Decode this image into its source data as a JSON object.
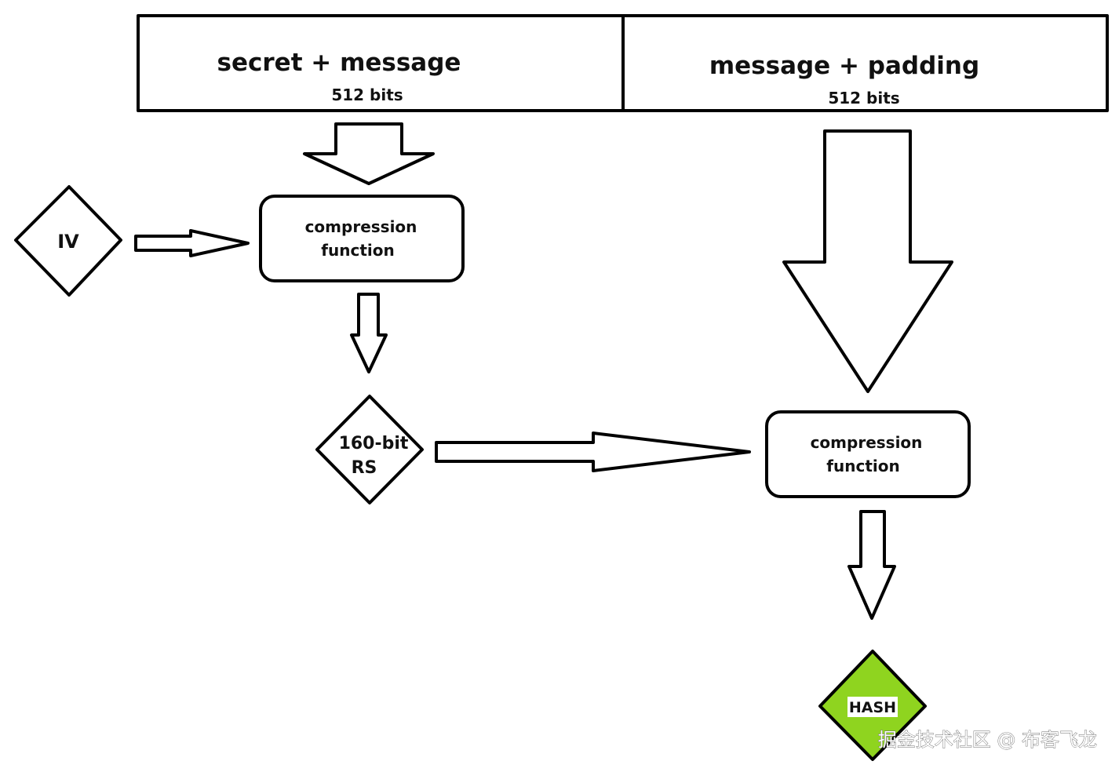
{
  "header": {
    "left_title": "secret + message",
    "left_bits": "512 bits",
    "right_title": "message + padding",
    "right_bits": "512 bits"
  },
  "nodes": {
    "iv": "IV",
    "compression_left": [
      "compression",
      "function"
    ],
    "intermediate": [
      "160-bit",
      "RS"
    ],
    "compression_right": [
      "compression",
      "function"
    ],
    "hash": "HASH"
  },
  "colors": {
    "stroke": "#000000",
    "fill": "#ffffff",
    "hash_fill": "#8fd41f"
  },
  "watermark": "掘金技术社区 @ 布客飞龙"
}
